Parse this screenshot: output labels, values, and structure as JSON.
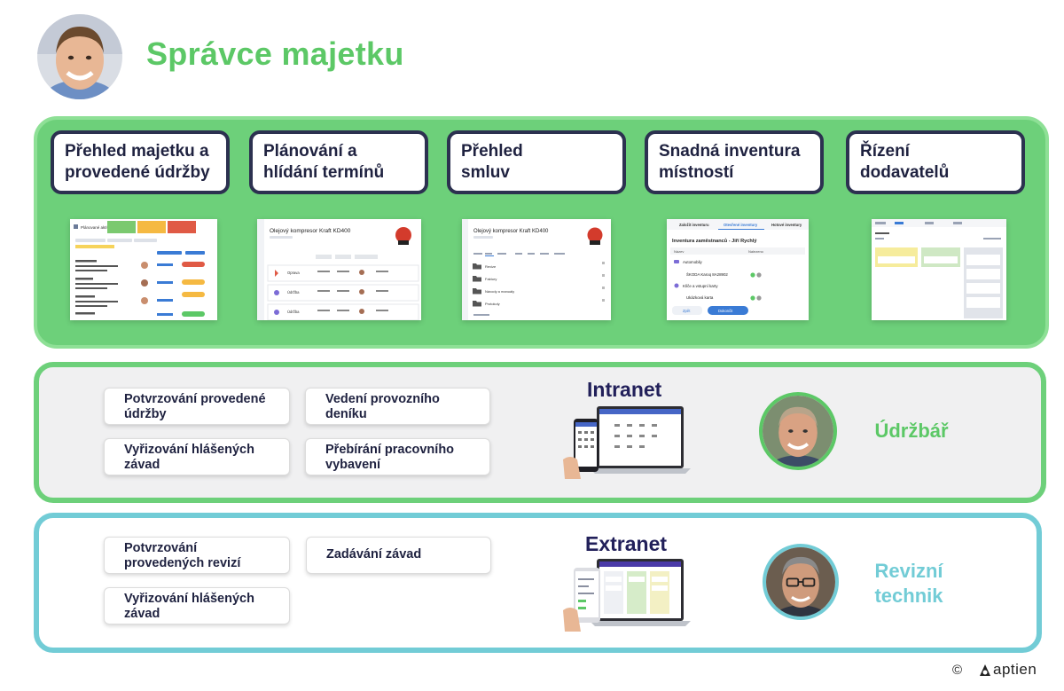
{
  "header": {
    "title": "Správce majetku"
  },
  "features": [
    {
      "line1": "Přehled majetku a",
      "line2": "provedené údržby"
    },
    {
      "line1": "Plánování a",
      "line2": "hlídání termínů"
    },
    {
      "line1": "Přehled",
      "line2": "smluv"
    },
    {
      "line1": "Snadná inventura",
      "line2": "místností"
    },
    {
      "line1": "Řízení",
      "line2": "dodavatelů"
    }
  ],
  "thumbs": {
    "maintenance_title": "Plánované aktivity",
    "kompresor_title": "Olejový kompresor Kraft KD400",
    "inventory_tabs": [
      "Založit inventuru",
      "Otevřené inventury",
      "Hotové inventury"
    ],
    "inventory_title": "Inventura zaměstnanců - Jiří Rychlý",
    "inventory_cols": [
      "Název",
      "Nalezeno"
    ],
    "inventory_rows": [
      "Automobily",
      "ŠKODA Karoq 8A28902",
      "Klíče a vstupní karty",
      "Ukázková karta"
    ],
    "inventory_buttons": [
      "Zpět",
      "Dokončit"
    ],
    "rows_repairs": [
      "Oprava",
      "Údržba",
      "Údržba"
    ],
    "folders": [
      "Revize",
      "Faktury",
      "Návody a manuály",
      "Protokoly"
    ]
  },
  "intranet": {
    "title": "Intranet",
    "tasks": [
      {
        "line1": "Potvrzování provedené",
        "line2": "údržby"
      },
      {
        "line1": "Vedení provozního",
        "line2": "deníku"
      },
      {
        "line1": "Vyřizování hlášených",
        "line2": "závad"
      },
      {
        "line1": "Přebírání pracovního",
        "line2": "vybavení"
      }
    ],
    "role": "Údržbář"
  },
  "extranet": {
    "title": "Extranet",
    "tasks": [
      {
        "line1": "Potvrzování",
        "line2": "provedených revizí"
      },
      {
        "line1": "Zadávání závad",
        "line2": ""
      },
      {
        "line1": "Vyřizování hlášených",
        "line2": "závad"
      }
    ],
    "role_line1": "Revizní",
    "role_line2": "technik"
  },
  "footer": {
    "copyright": "©",
    "brand": "aptien"
  },
  "colors": {
    "green": "#5cc866",
    "teal": "#72ccd6",
    "navy": "#22205a"
  }
}
